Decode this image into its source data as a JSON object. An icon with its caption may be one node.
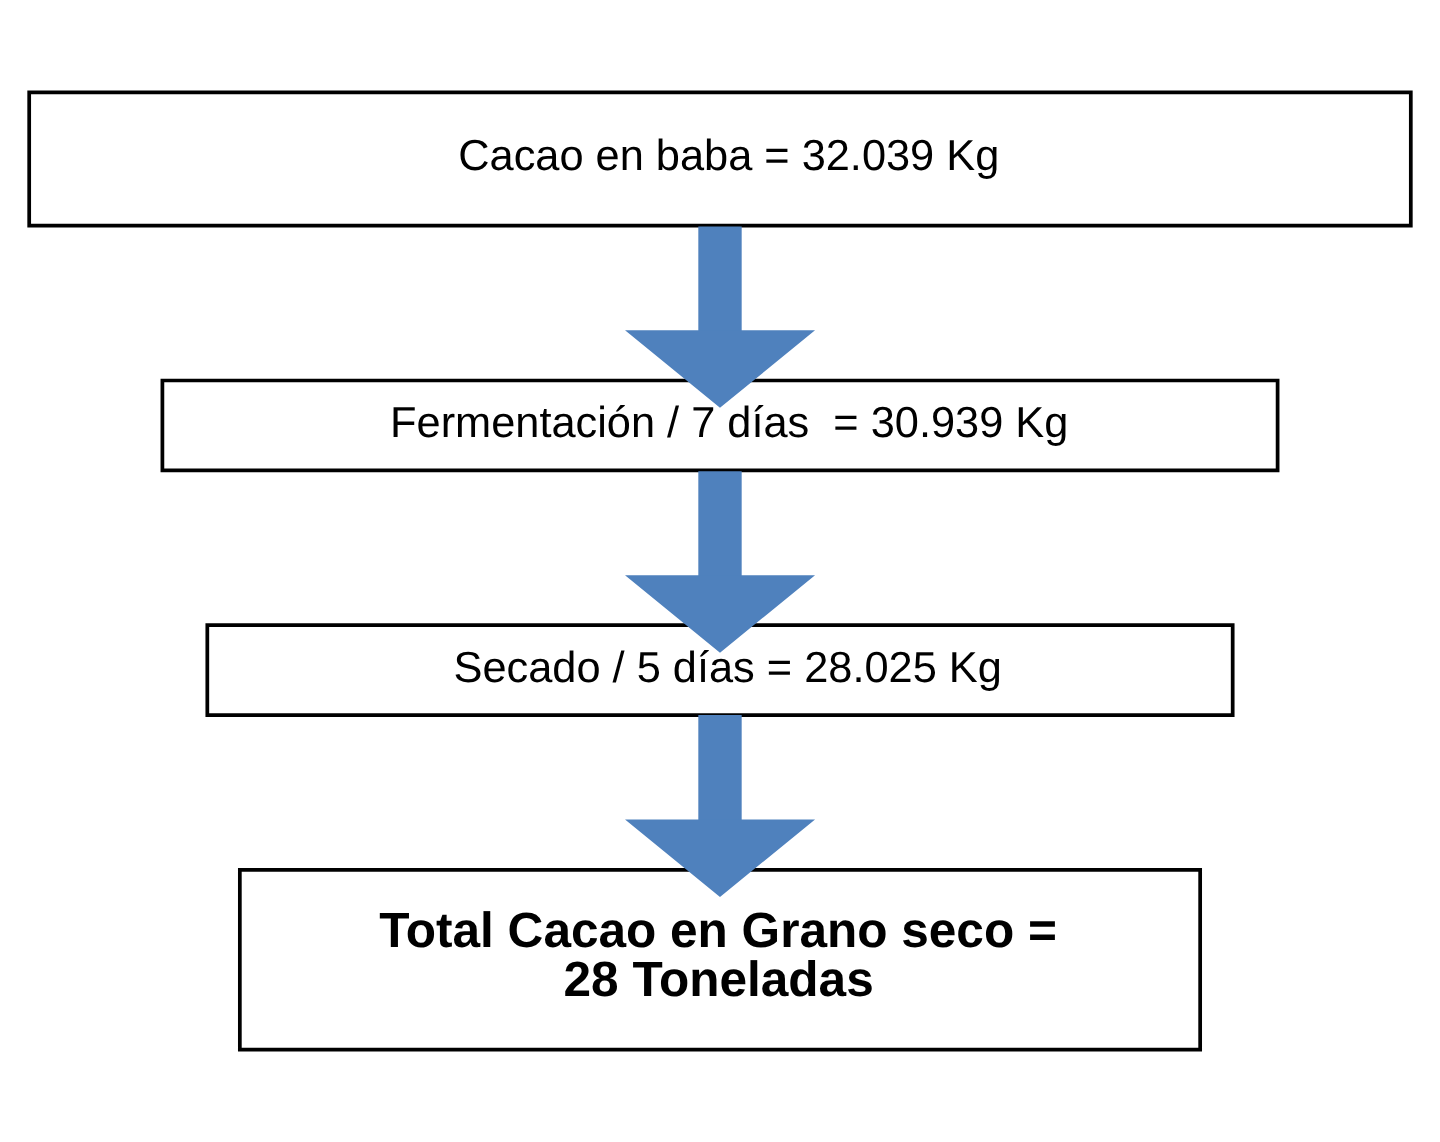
{
  "diagram": {
    "nodes": [
      {
        "text": [
          "Cacao en baba = 32.039 Kg"
        ]
      },
      {
        "text": [
          "Fermentación / 7 días  = 30.939 Kg"
        ]
      },
      {
        "text": [
          "Secado / 5 días = 28.025 Kg"
        ]
      },
      {
        "text": [
          "Total Cacao en Grano seco = 28 Toneladas"
        ]
      }
    ],
    "edges": [
      {
        "from": 0,
        "to": 1,
        "arrow": "to"
      },
      {
        "from": 1,
        "to": 2,
        "arrow": "to"
      },
      {
        "from": 2,
        "to": 3,
        "arrow": "to"
      }
    ]
  }
}
